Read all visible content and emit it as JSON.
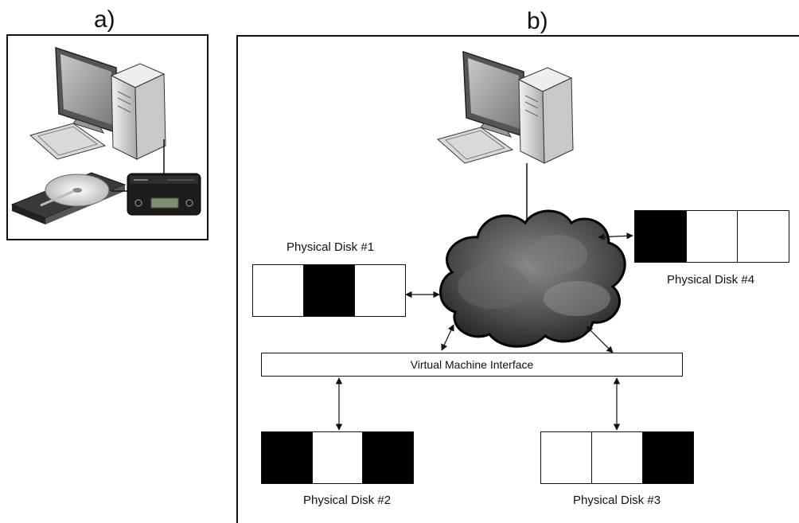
{
  "panels": {
    "a_label": "a)",
    "b_label": "b)"
  },
  "vmi_label": "Virtual Machine Interface",
  "disks": [
    {
      "label": "Physical Disk #1",
      "segments": [
        "white",
        "black",
        "white"
      ]
    },
    {
      "label": "Physical Disk #2",
      "segments": [
        "black",
        "white",
        "black"
      ]
    },
    {
      "label": "Physical Disk #3",
      "segments": [
        "white",
        "white",
        "black"
      ]
    },
    {
      "label": "Physical Disk #4",
      "segments": [
        "black",
        "white",
        "white"
      ]
    }
  ],
  "icons": {
    "computer": "desktop-computer-icon",
    "hard_drive": "hard-drive-icon",
    "write_blocker": "forensic-write-blocker-icon",
    "cloud": "network-cloud-icon"
  },
  "colors": {
    "filled_segment": "#000000",
    "empty_segment": "#ffffff"
  }
}
